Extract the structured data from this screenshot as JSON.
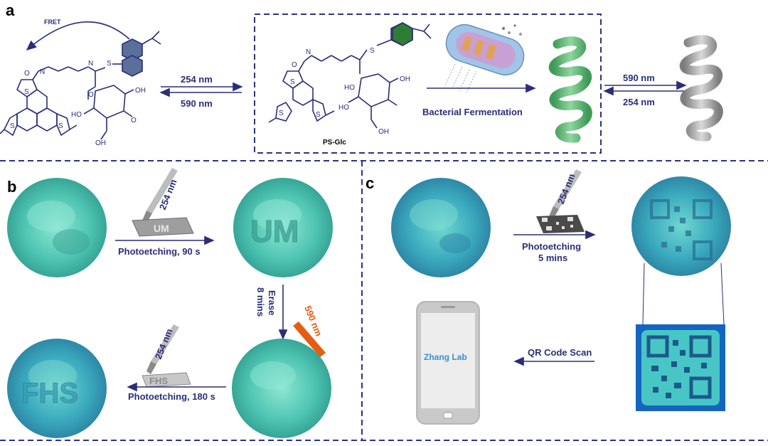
{
  "panel_a": {
    "letter": "a",
    "fret_label": "FRET",
    "wl_254_left": "254 nm",
    "wl_590_left": "590 nm",
    "compound_name": "PS-Glc",
    "fermentation_label": "Bacterial Fermentation",
    "wl_590_right": "590 nm",
    "wl_254_right": "254 nm",
    "so2_label": "S",
    "nh_label": "N",
    "o_label": "O",
    "s_label": "S",
    "ho_label": "HO",
    "oh_label": "OH"
  },
  "panel_b": {
    "letter": "b",
    "lamp_254_top": "254 nm",
    "mask_um": "UM",
    "step1_label": "Photoetching, 90 s",
    "etched_um": "UM",
    "erase_label": "Erase",
    "erase_time": "8 mins",
    "lamp_590": "590 nm",
    "lamp_254_bottom": "254 nm",
    "mask_fhs": "FHS",
    "step3_label": "Photoetching, 180 s",
    "etched_fhs": "FHS"
  },
  "panel_c": {
    "letter": "c",
    "lamp_254": "254 nm",
    "step_label_1": "Photoetching",
    "step_label_2": "5 mins",
    "scan_label": "QR Code Scan",
    "phone_text": "Zhang Lab"
  },
  "colors": {
    "navy": "#2b2d7a",
    "dash": "#2d3285",
    "cyan_disc": "#5fd3c0",
    "helix_green": "#6abf7e",
    "helix_gray": "#a9a9a9",
    "naphthalene_blue": "#5a6f9a",
    "naphthalene_green": "#2e7d32",
    "orange": "#e35d13",
    "phone_gray": "#cfcfcf",
    "zhang_blue": "#3a8fd6"
  }
}
